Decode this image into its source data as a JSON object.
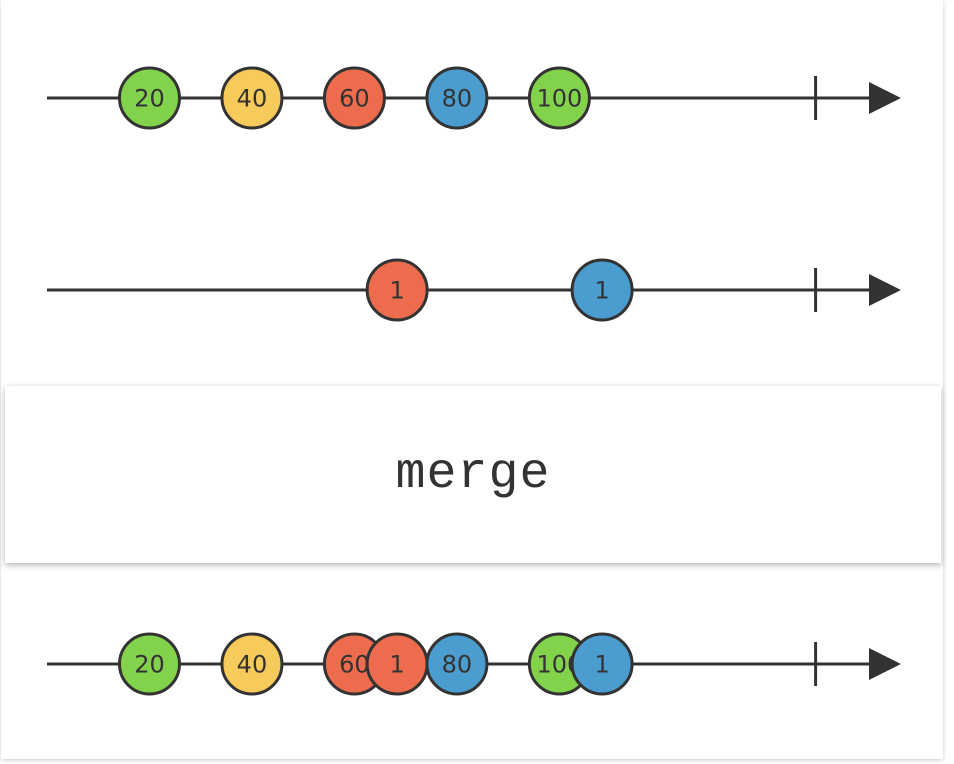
{
  "colors": {
    "line": "#333333",
    "green": "#82d24c",
    "yellow": "#f7ca5c",
    "red": "#ed6c4d",
    "blue": "#4c9dcf"
  },
  "operator": {
    "label": "merge"
  },
  "timelines": [
    {
      "id": "input-1",
      "completion": 0.9,
      "marbles": [
        {
          "label": "20",
          "color": "green",
          "t": 0.12
        },
        {
          "label": "40",
          "color": "yellow",
          "t": 0.24
        },
        {
          "label": "60",
          "color": "red",
          "t": 0.36
        },
        {
          "label": "80",
          "color": "blue",
          "t": 0.48
        },
        {
          "label": "100",
          "color": "green",
          "t": 0.6
        }
      ]
    },
    {
      "id": "input-2",
      "completion": 0.9,
      "marbles": [
        {
          "label": "1",
          "color": "red",
          "t": 0.41
        },
        {
          "label": "1",
          "color": "blue",
          "t": 0.65
        }
      ]
    },
    {
      "id": "output",
      "completion": 0.9,
      "marbles": [
        {
          "label": "20",
          "color": "green",
          "t": 0.12
        },
        {
          "label": "40",
          "color": "yellow",
          "t": 0.24
        },
        {
          "label": "60",
          "color": "red",
          "t": 0.36
        },
        {
          "label": "1",
          "color": "red",
          "t": 0.41
        },
        {
          "label": "80",
          "color": "blue",
          "t": 0.48
        },
        {
          "label": "100",
          "color": "green",
          "t": 0.6
        },
        {
          "label": "1",
          "color": "blue",
          "t": 0.65
        }
      ]
    }
  ]
}
